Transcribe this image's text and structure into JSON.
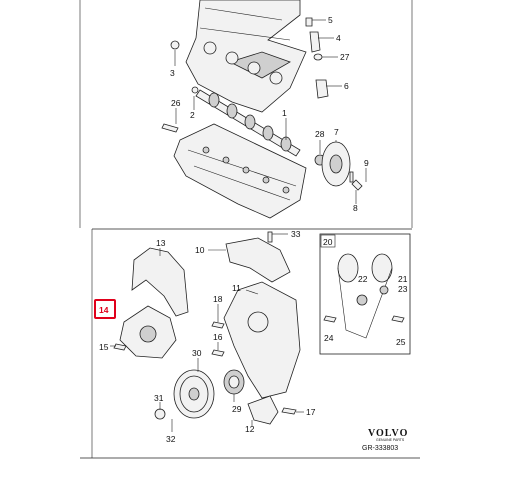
{
  "callouts_top": [
    "5",
    "4",
    "27",
    "3",
    "6",
    "26",
    "2",
    "1",
    "28",
    "7",
    "9",
    "8"
  ],
  "callouts_bottom": [
    "33",
    "13",
    "10",
    "20",
    "22",
    "21",
    "23",
    "11",
    "18",
    "14",
    "16",
    "15",
    "30",
    "24",
    "25",
    "31",
    "29",
    "17",
    "12",
    "32"
  ],
  "highlighted_callout": "14",
  "brand": {
    "name": "VOLVO",
    "subtitle": "GENUINE PARTS"
  },
  "drawing_number": "GR-333803",
  "colors": {
    "highlight": "#e0001b",
    "line": "#222222",
    "fill": "#f2f2f2"
  }
}
